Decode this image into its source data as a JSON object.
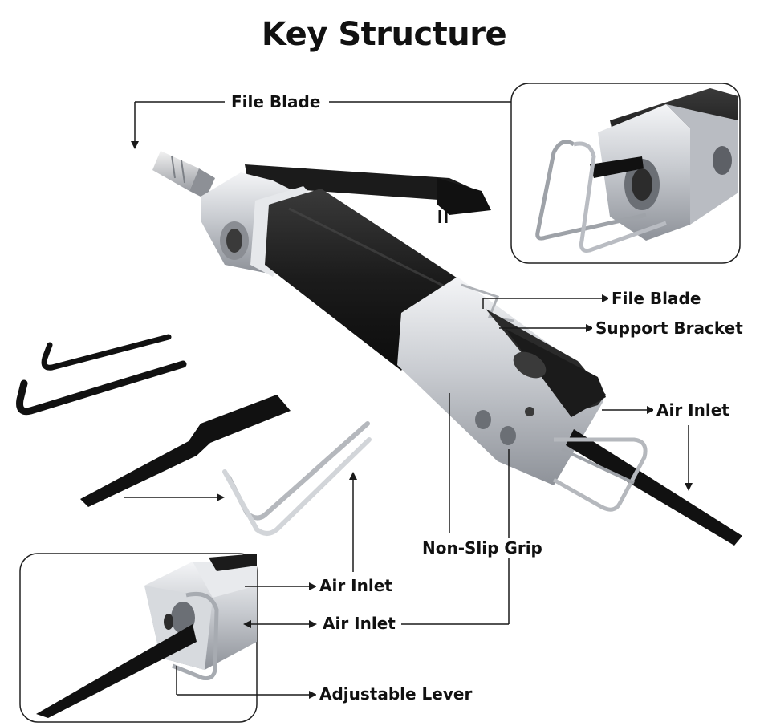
{
  "title": "Key Structure",
  "labels": {
    "file_blade_top": "File Blade",
    "file_blade_right": "File Blade",
    "support_bracket": "Support Bracket",
    "air_inlet_right": "Air Inlet",
    "non_slip_grip": "Non-Slip Grip",
    "air_inlet_mid": "Air Inlet",
    "air_inlet_low": "Air Inlet",
    "adjustable_lever": "Adjustable Lever"
  },
  "colors": {
    "text": "#111111",
    "line": "#1a1a1a",
    "metal": "#cfd2d6",
    "rubber": "#1b1b1b"
  }
}
